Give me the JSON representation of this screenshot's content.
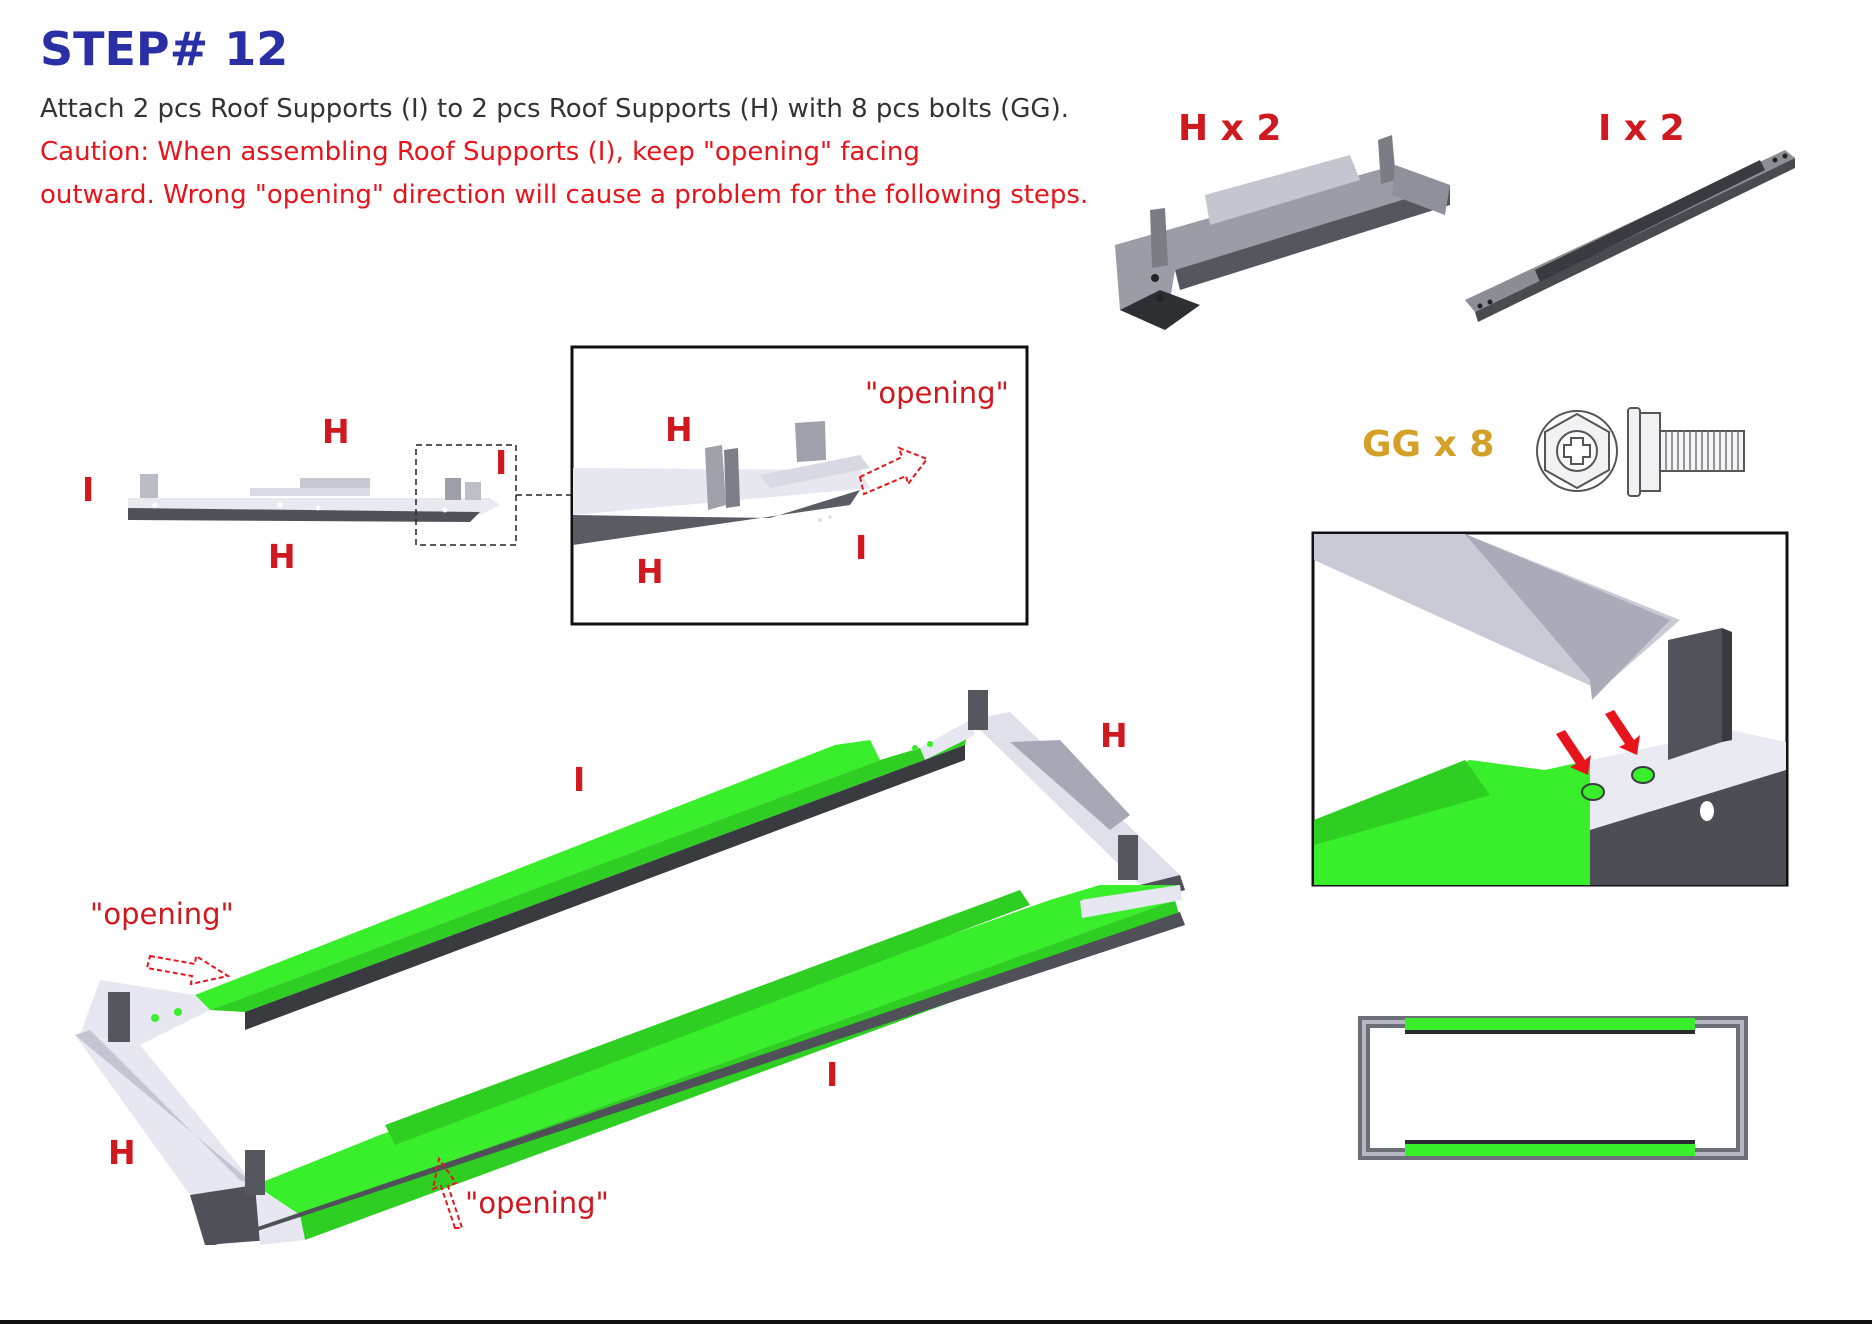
{
  "step": {
    "title": "STEP# 12"
  },
  "instructions": {
    "line1": "Attach 2 pcs Roof Supports (I) to 2 pcs Roof Supports (H) with 8 pcs bolts (GG).",
    "caution1": "Caution: When assembling Roof Supports (I), keep \"opening\" facing",
    "caution2": "outward. Wrong \"opening\" direction will cause a problem for the following steps."
  },
  "parts": {
    "h_count": "H x 2",
    "i_count": "I x 2",
    "gg_count": "GG x 8"
  },
  "labels": {
    "H": "H",
    "I": "I",
    "opening": "\"opening\""
  },
  "colors": {
    "title": "#2b2fa6",
    "caution": "#e8141c",
    "part_label": "#d0181f",
    "bolt_label": "#d4a028",
    "highlight_green": "#39ee2a"
  }
}
